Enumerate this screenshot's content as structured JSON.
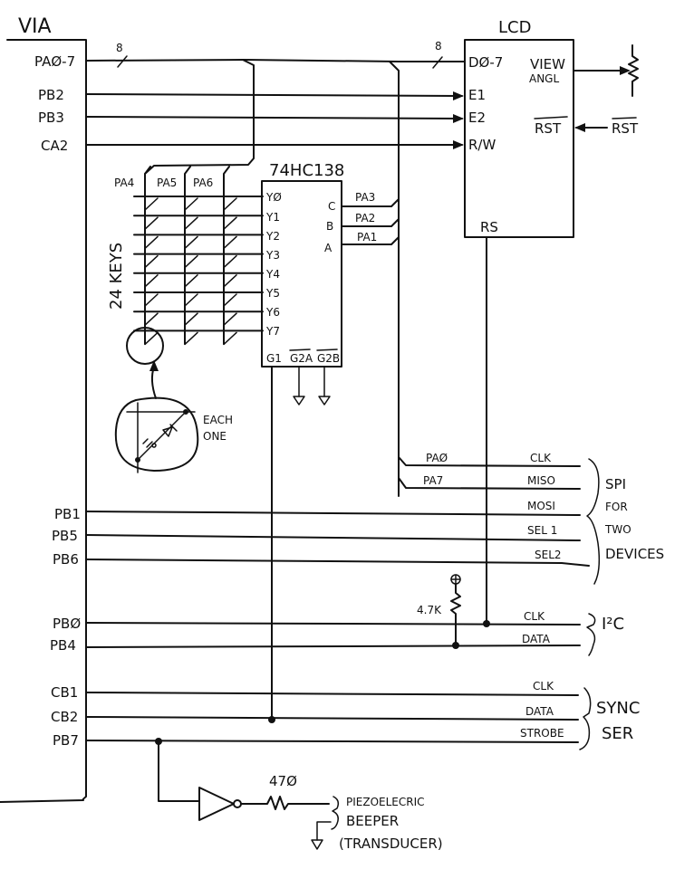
{
  "diagram": {
    "type": "hand-drawn schematic",
    "via": {
      "title": "VIA",
      "pins": {
        "pa0_7": "PAØ-7",
        "pb2": "PB2",
        "pb3": "PB3",
        "ca2": "CA2",
        "pb1": "PB1",
        "pb5": "PB5",
        "pb6": "PB6",
        "pb0": "PBØ",
        "pb4": "PB4",
        "cb1": "CB1",
        "cb2": "CB2",
        "pb7": "PB7"
      },
      "bus_width_label": "8"
    },
    "lcd": {
      "title": "LCD",
      "pins": {
        "d0_7": "DØ-7",
        "e1": "E1",
        "e2": "E2",
        "rw": "R/W",
        "rs": "RS",
        "view": "VIEW",
        "angl": "ANGL",
        "rst": "RST"
      },
      "bus_width_label": "8",
      "rst_input": "RST"
    },
    "decoder": {
      "title": "74HC138",
      "outputs": [
        "YØ",
        "Y1",
        "Y2",
        "Y3",
        "Y4",
        "Y5",
        "Y6",
        "Y7"
      ],
      "inputs": {
        "c": "C",
        "b": "B",
        "a": "A"
      },
      "enables": {
        "g1": "G1",
        "g2a": "G2A",
        "g2b": "G2B"
      },
      "input_wires": {
        "c": "PA3",
        "b": "PA2",
        "a": "PA1"
      }
    },
    "keypad": {
      "label": "24 KEYS",
      "columns": [
        "PA4",
        "PA5",
        "PA6"
      ],
      "rows": 8,
      "detail_label_1": "EACH",
      "detail_label_2": "ONE"
    },
    "spi": {
      "wire_sources": {
        "clk": "PAØ",
        "miso": "PA7"
      },
      "signals": [
        "CLK",
        "MISO",
        "MOSI",
        "SEL 1",
        "SEL2"
      ],
      "group_label": [
        "SPI",
        "FOR",
        "TWO",
        "DEVICES"
      ]
    },
    "i2c": {
      "pullup": "4.7K",
      "signals": [
        "CLK",
        "DATA"
      ],
      "group_label": "I²C"
    },
    "sync_serial": {
      "signals": [
        "CLK",
        "DATA",
        "STROBE"
      ],
      "group_label": [
        "SYNC",
        "SER"
      ]
    },
    "beeper": {
      "resistor": "47Ø",
      "label": [
        "PIEZOELECRIC",
        "BEEPER",
        "(TRANSDUCER)"
      ]
    }
  }
}
